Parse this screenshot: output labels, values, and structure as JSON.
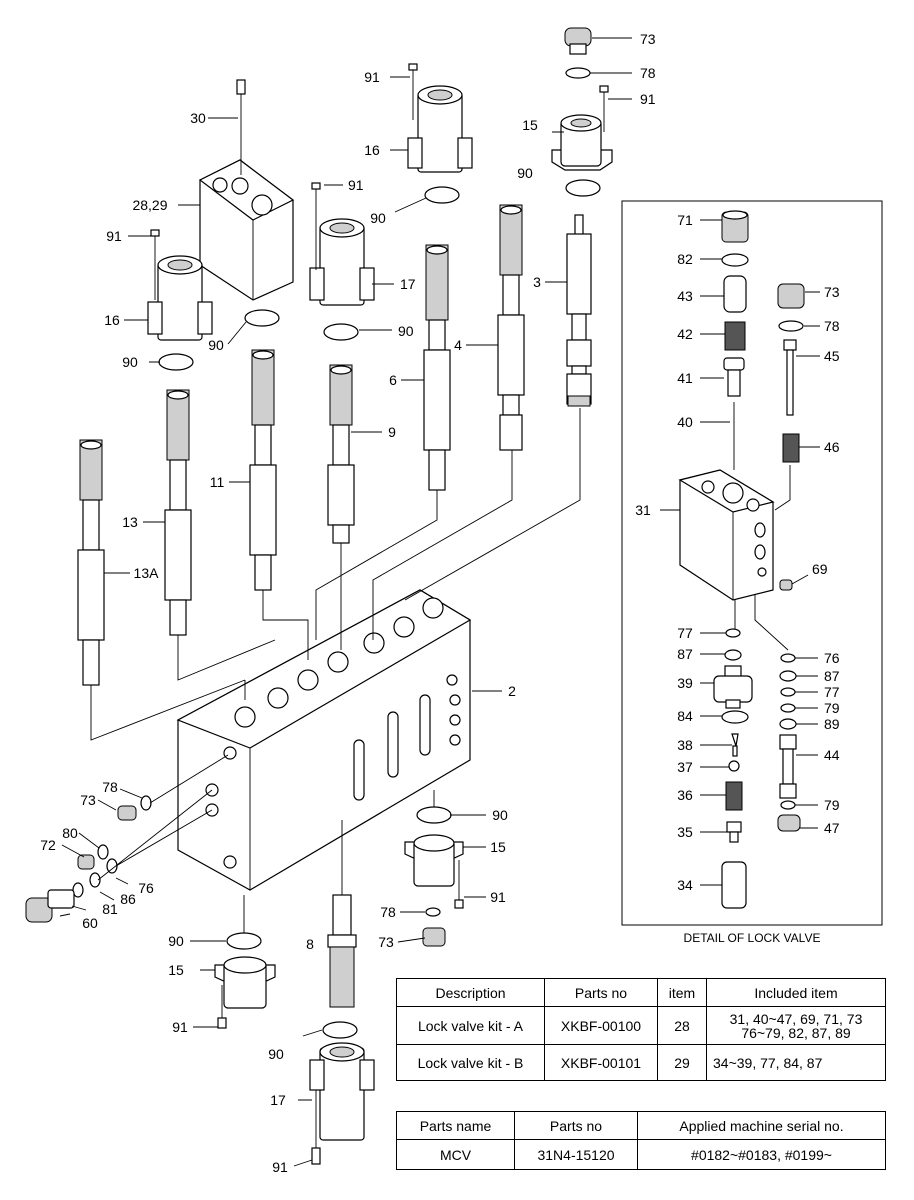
{
  "detail_caption": "DETAIL OF LOCK VALVE",
  "callouts": [
    {
      "id": "73a",
      "text": "73"
    },
    {
      "id": "78a",
      "text": "78"
    },
    {
      "id": "91a",
      "text": "91"
    },
    {
      "id": "15a",
      "text": "15"
    },
    {
      "id": "91b",
      "text": "91"
    },
    {
      "id": "16a",
      "text": "16"
    },
    {
      "id": "30",
      "text": "30"
    },
    {
      "id": "2829",
      "text": "28,29"
    },
    {
      "id": "91c",
      "text": "91"
    },
    {
      "id": "91d",
      "text": "91"
    },
    {
      "id": "16b",
      "text": "16"
    },
    {
      "id": "90a",
      "text": "90"
    },
    {
      "id": "17a",
      "text": "17"
    },
    {
      "id": "90b",
      "text": "90"
    },
    {
      "id": "90c",
      "text": "90"
    },
    {
      "id": "90d",
      "text": "90"
    },
    {
      "id": "90e",
      "text": "90"
    },
    {
      "id": "3",
      "text": "3"
    },
    {
      "id": "4",
      "text": "4"
    },
    {
      "id": "6",
      "text": "6"
    },
    {
      "id": "9",
      "text": "9"
    },
    {
      "id": "11",
      "text": "11"
    },
    {
      "id": "13",
      "text": "13"
    },
    {
      "id": "13A",
      "text": "13A"
    },
    {
      "id": "2",
      "text": "2"
    },
    {
      "id": "78b",
      "text": "78"
    },
    {
      "id": "73b",
      "text": "73"
    },
    {
      "id": "80",
      "text": "80"
    },
    {
      "id": "72",
      "text": "72"
    },
    {
      "id": "76a",
      "text": "76"
    },
    {
      "id": "86",
      "text": "86"
    },
    {
      "id": "81",
      "text": "81"
    },
    {
      "id": "60",
      "text": "60"
    },
    {
      "id": "90f",
      "text": "90"
    },
    {
      "id": "15b",
      "text": "15"
    },
    {
      "id": "91e",
      "text": "91"
    },
    {
      "id": "78c",
      "text": "78"
    },
    {
      "id": "73c",
      "text": "73"
    },
    {
      "id": "90g",
      "text": "90"
    },
    {
      "id": "8",
      "text": "8"
    },
    {
      "id": "15c",
      "text": "15"
    },
    {
      "id": "91f",
      "text": "91"
    },
    {
      "id": "90h",
      "text": "90"
    },
    {
      "id": "17b",
      "text": "17"
    },
    {
      "id": "91g",
      "text": "91"
    },
    {
      "id": "71",
      "text": "71"
    },
    {
      "id": "82",
      "text": "82"
    },
    {
      "id": "43",
      "text": "43"
    },
    {
      "id": "42",
      "text": "42"
    },
    {
      "id": "41",
      "text": "41"
    },
    {
      "id": "40",
      "text": "40"
    },
    {
      "id": "31",
      "text": "31"
    },
    {
      "id": "73d",
      "text": "73"
    },
    {
      "id": "78d",
      "text": "78"
    },
    {
      "id": "45",
      "text": "45"
    },
    {
      "id": "46",
      "text": "46"
    },
    {
      "id": "69",
      "text": "69"
    },
    {
      "id": "77a",
      "text": "77"
    },
    {
      "id": "87a",
      "text": "87"
    },
    {
      "id": "39",
      "text": "39"
    },
    {
      "id": "84",
      "text": "84"
    },
    {
      "id": "38",
      "text": "38"
    },
    {
      "id": "37",
      "text": "37"
    },
    {
      "id": "36",
      "text": "36"
    },
    {
      "id": "35",
      "text": "35"
    },
    {
      "id": "34",
      "text": "34"
    },
    {
      "id": "76b",
      "text": "76"
    },
    {
      "id": "87b",
      "text": "87"
    },
    {
      "id": "77b",
      "text": "77"
    },
    {
      "id": "79a",
      "text": "79"
    },
    {
      "id": "89",
      "text": "89"
    },
    {
      "id": "44",
      "text": "44"
    },
    {
      "id": "79b",
      "text": "79"
    },
    {
      "id": "47",
      "text": "47"
    }
  ],
  "kit_table": {
    "headers": [
      "Description",
      "Parts no",
      "item",
      "Included item"
    ],
    "rows": [
      {
        "description": "Lock valve kit - A",
        "parts_no": "XKBF-00100",
        "item": "28",
        "included_line1": "31, 40~47, 69, 71, 73",
        "included_line2": "76~79, 82, 87, 89"
      },
      {
        "description": "Lock valve kit - B",
        "parts_no": "XKBF-00101",
        "item": "29",
        "included_line1": "34~39, 77, 84, 87",
        "included_line2": ""
      }
    ]
  },
  "mcv_table": {
    "headers": [
      "Parts name",
      "Parts no",
      "Applied machine serial no."
    ],
    "rows": [
      {
        "parts_name": "MCV",
        "parts_no": "31N4-15120",
        "serial": "#0182~#0183, #0199~"
      }
    ]
  }
}
